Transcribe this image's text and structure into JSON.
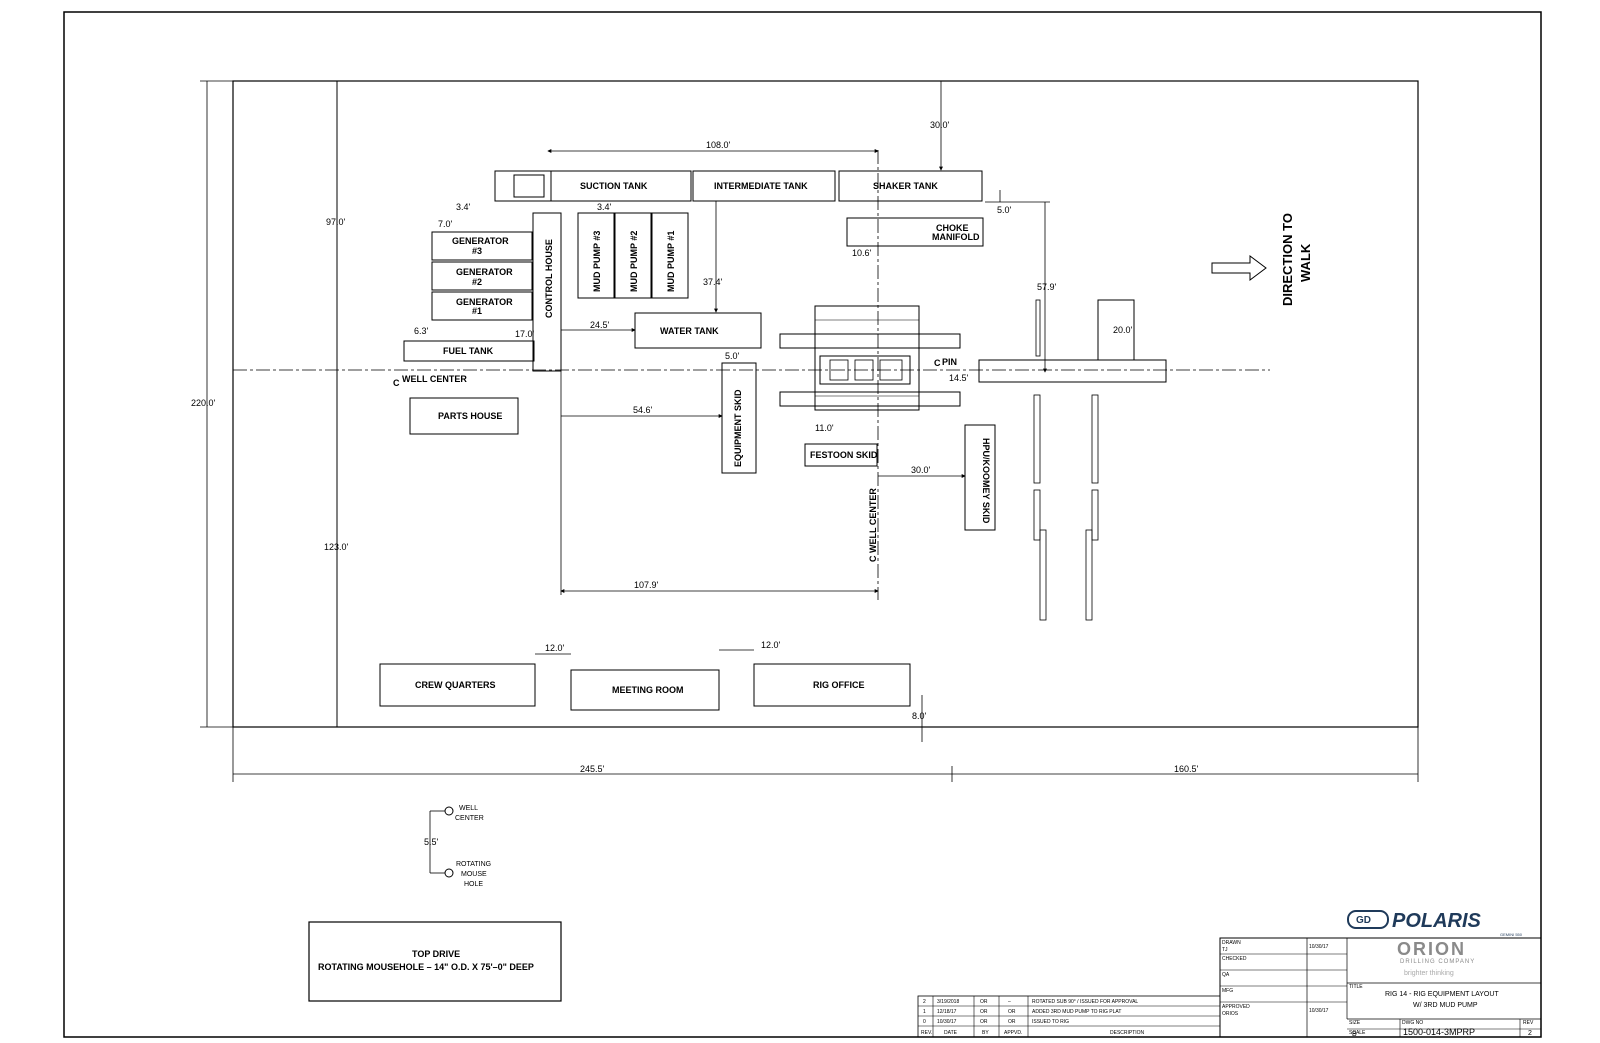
{
  "equipment": {
    "suction_tank": "SUCTION TANK",
    "intermediate_tank": "INTERMEDIATE TANK",
    "shaker_tank": "SHAKER TANK",
    "choke_manifold_1": "CHOKE",
    "choke_manifold_2": "MANIFOLD",
    "generator_3a": "GENERATOR",
    "generator_3b": "#3",
    "generator_2a": "GENERATOR",
    "generator_2b": "#2",
    "generator_1a": "GENERATOR",
    "generator_1b": "#1",
    "control_house": "CONTROL HOUSE",
    "mud_pump_3": "MUD PUMP #3",
    "mud_pump_2": "MUD PUMP #2",
    "mud_pump_1": "MUD PUMP #1",
    "fuel_tank": "FUEL TANK",
    "water_tank": "WATER TANK",
    "parts_house": "PARTS HOUSE",
    "equipment_skid": "EQUIPMENT SKID",
    "festoon_skid": "FESTOON SKID",
    "hpu_koomey_skid": "HPU/KOOMEY SKID",
    "crew_quarters": "CREW QUARTERS",
    "meeting_room": "MEETING ROOM",
    "rig_office": "RIG OFFICE",
    "pin": "PIN",
    "well_center_h": "WELL CENTER",
    "well_center_v": "WELL CENTER",
    "cl_symbol": "C"
  },
  "direction": {
    "line1": "DIRECTION TO",
    "line2": "WALK"
  },
  "dimensions": {
    "d108": "108.0'",
    "d30_top": "30.0'",
    "d3_4a": "3.4'",
    "d3_4b": "3.4'",
    "d7": "7.0'",
    "d97": "97.0'",
    "d5_top": "5.0'",
    "d10_6": "10.6'",
    "d37_4": "37.4'",
    "d57_9": "57.9'",
    "d20": "20.0'",
    "d6_3": "6.3'",
    "d17": "17.0'",
    "d24_5": "24.5'",
    "d5_water": "5.0'",
    "d14_5": "14.5'",
    "d220": "220.0'",
    "d54_6": "54.6'",
    "d11": "11.0'",
    "d30_mid": "30.0'",
    "d123": "123.0'",
    "d107_9": "107.9'",
    "d12a": "12.0'",
    "d12b": "12.0'",
    "d8": "8.0'",
    "d245_5": "245.5'",
    "d160_5": "160.5'"
  },
  "mousehole_detail": {
    "well": "WELL",
    "center": "CENTER",
    "distance": "5.5'",
    "rotating": "ROTATING",
    "mouse": "MOUSE",
    "hole": "HOLE"
  },
  "note_box": {
    "line1": "TOP DRIVE",
    "line2": "ROTATING MOUSEHOLE – 14\" O.D. X 75'–0\" DEEP"
  },
  "revisions": {
    "rows": [
      [
        "2",
        "3/19/2018",
        "OR",
        "–",
        "ROTATED SUB 90° / ISSUED FOR APPROVAL"
      ],
      [
        "1",
        "12/18/17",
        "OR",
        "OR",
        "ADDED 3RD MUD PUMP TO RIG PLAT"
      ],
      [
        "0",
        "10/30/17",
        "OR",
        "OR",
        "ISSUED TO RIG"
      ]
    ],
    "headers": [
      "REV.",
      "DATE",
      "BY",
      "APPVD.",
      "DESCRIPTION"
    ]
  },
  "title_block": {
    "drawn_label": "DRAWN",
    "drawn_by": "TJ",
    "drawn_date": "10/30/17",
    "checked_label": "CHECKED",
    "qa_label": "QA",
    "mfg_label": "MFG",
    "approved_label": "APPROVED",
    "approved_by": "ORIOS",
    "approved_date": "10/30/17",
    "logo_polaris": "POLARIS",
    "logo_polaris_sub": "GEMINI 550",
    "logo_orion": "ORION",
    "logo_orion_sub": "DRILLING COMPANY",
    "logo_tagline": "brighter thinking",
    "title_label": "TITLE",
    "title_line1": "RIG 14 - RIG EQUIPMENT LAYOUT",
    "title_line2": "W/ 3RD MUD PUMP",
    "size_label": "SIZE",
    "size": "B",
    "dwg_label": "DWG NO",
    "dwg_no": "1500-014-3MPRP",
    "rev_label": "REV",
    "rev": "2",
    "scale_label": "SCALE"
  },
  "colors": {
    "line": "#000000",
    "orion_grey": "#8a8a8a",
    "polaris_blue": "#1f3a5a"
  }
}
